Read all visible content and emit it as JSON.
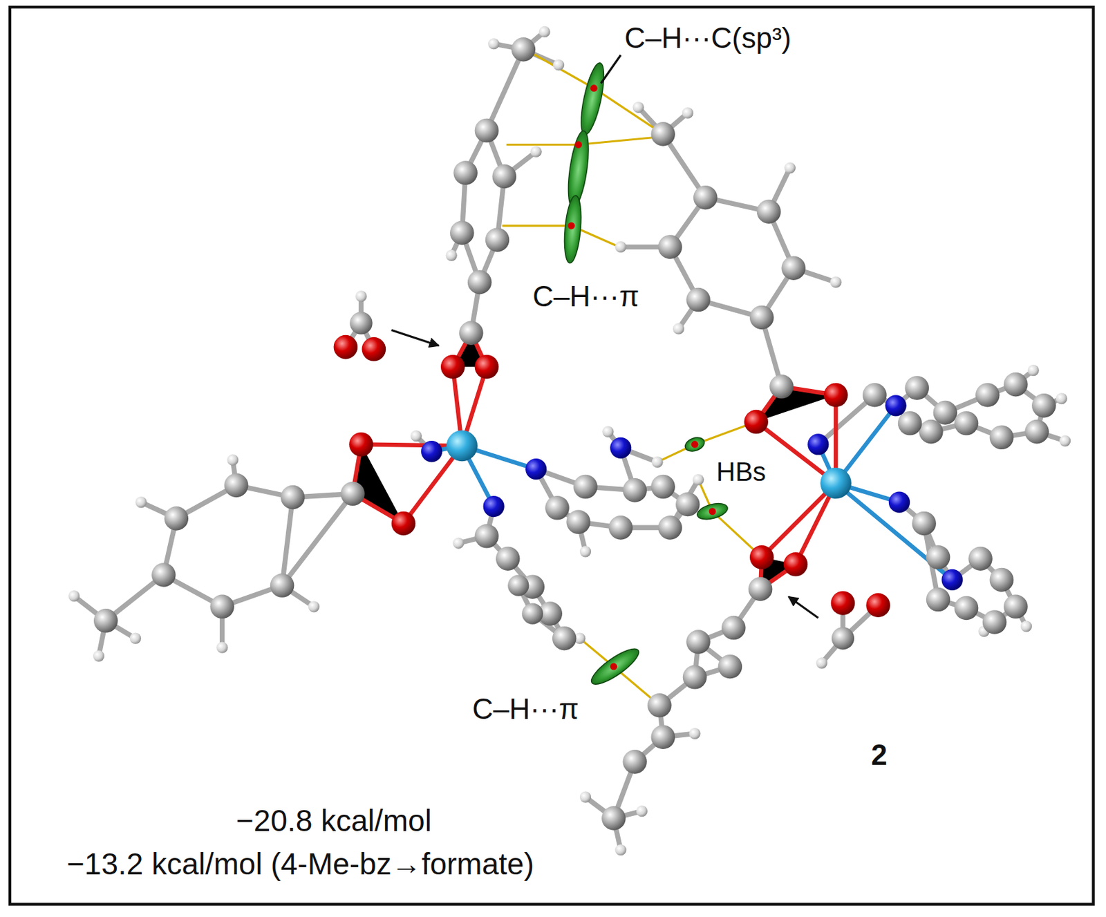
{
  "diagram": {
    "labels": [
      "C–H···C(sp³)",
      "C–H···π",
      "HBs",
      "C–H···π",
      "2",
      "−20.8 kcal/mol",
      "−13.2 kcal/mol (4-Me-bz→formate)"
    ]
  }
}
